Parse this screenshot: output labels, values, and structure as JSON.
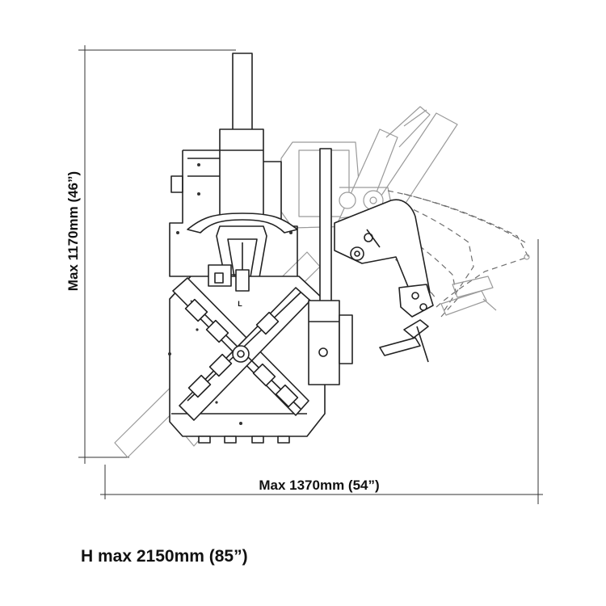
{
  "labels": {
    "width": "Max 1370mm (54”)",
    "depth": "Max 1170mm (46”)",
    "height": "H max 2150mm (85”)",
    "part_letter": "L"
  },
  "colors": {
    "line": "#222222",
    "ghost_line": "#9a9a9a",
    "text": "#111111",
    "background": "#ffffff"
  }
}
